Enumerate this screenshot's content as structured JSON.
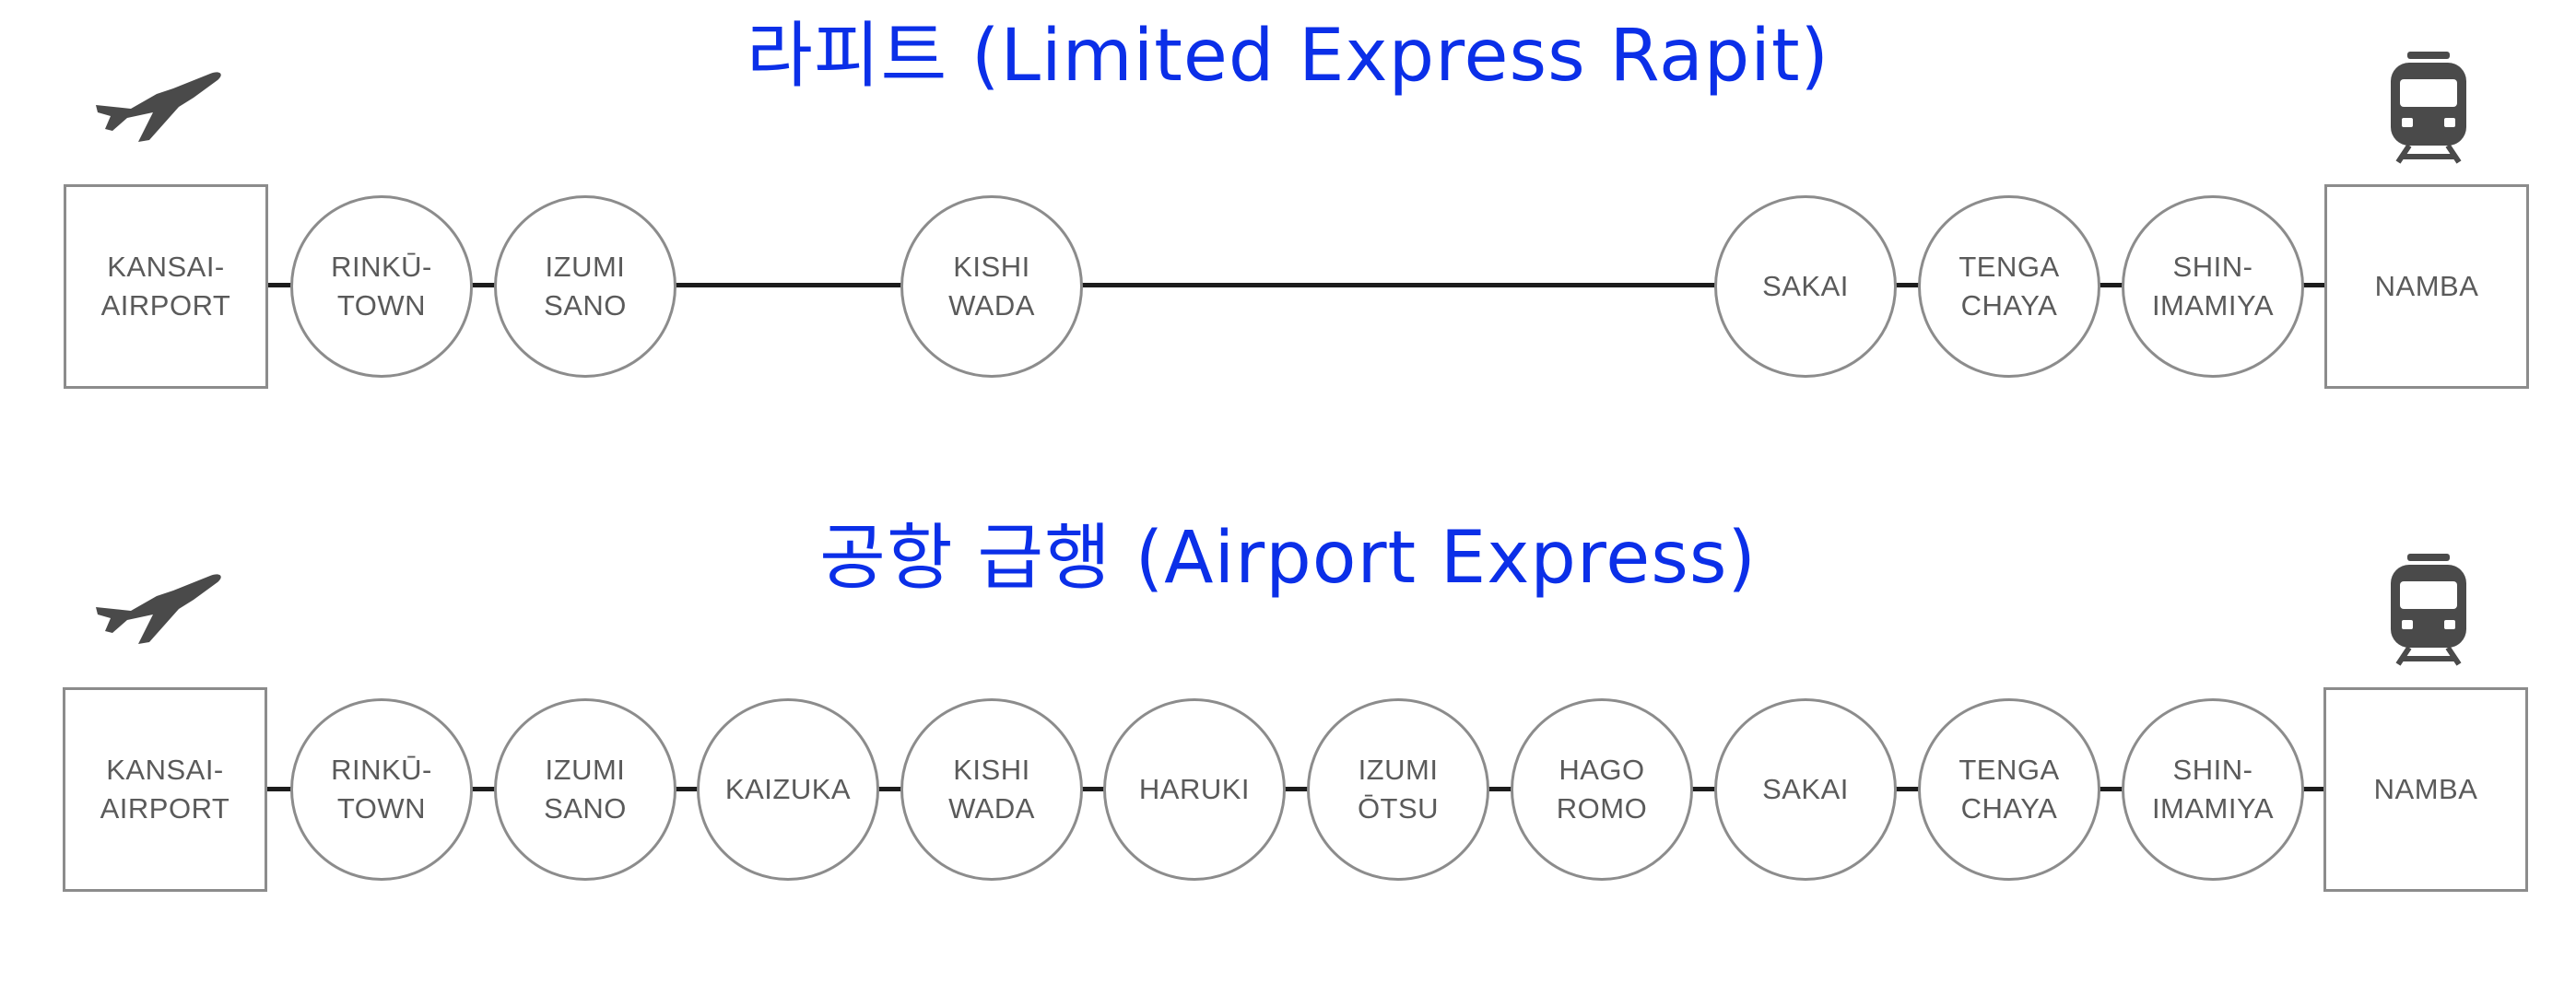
{
  "colors": {
    "title": "#0b2fe8",
    "track": "#1c1c1c",
    "station_border": "#8c8c8c",
    "station_text": "#5a5a5a",
    "icon": "#4a4a4a"
  },
  "icons": {
    "origin": "airplane-icon",
    "destination": "train-icon"
  },
  "routes": [
    {
      "title": "라피트 (Limited Express Rapit)",
      "stations": [
        {
          "label": "KANSAI-\nAIRPORT",
          "shape": "square"
        },
        {
          "label": "RINKŪ-\nTOWN",
          "shape": "circle"
        },
        {
          "label": "IZUMI\nSANO",
          "shape": "circle"
        },
        {
          "label": "KISHI\nWADA",
          "shape": "circle"
        },
        {
          "label": "SAKAI",
          "shape": "circle"
        },
        {
          "label": "TENGA\nCHAYA",
          "shape": "circle"
        },
        {
          "label": "SHIN-\nIMAMIYA",
          "shape": "circle"
        },
        {
          "label": "NAMBA",
          "shape": "square"
        }
      ]
    },
    {
      "title": "공항 급행 (Airport Express)",
      "stations": [
        {
          "label": "KANSAI-\nAIRPORT",
          "shape": "square"
        },
        {
          "label": "RINKŪ-\nTOWN",
          "shape": "circle"
        },
        {
          "label": "IZUMI\nSANO",
          "shape": "circle"
        },
        {
          "label": "KAIZUKA",
          "shape": "circle"
        },
        {
          "label": "KISHI\nWADA",
          "shape": "circle"
        },
        {
          "label": "HARUKI",
          "shape": "circle"
        },
        {
          "label": "IZUMI\nŌTSU",
          "shape": "circle"
        },
        {
          "label": "HAGO\nROMO",
          "shape": "circle"
        },
        {
          "label": "SAKAI",
          "shape": "circle"
        },
        {
          "label": "TENGA\nCHAYA",
          "shape": "circle"
        },
        {
          "label": "SHIN-\nIMAMIYA",
          "shape": "circle"
        },
        {
          "label": "NAMBA",
          "shape": "square"
        }
      ]
    }
  ]
}
